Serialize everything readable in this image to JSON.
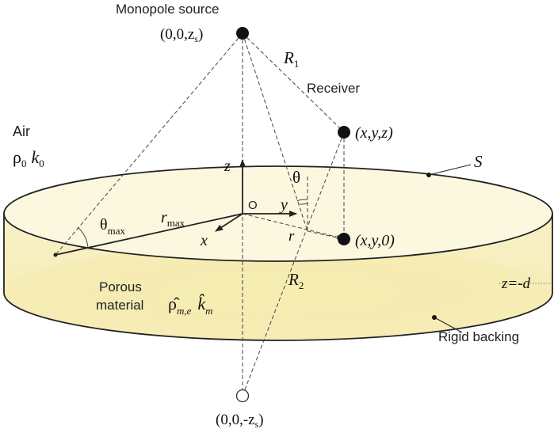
{
  "labels": {
    "source_title": "Monopole source",
    "source_coord": "(0,0,z",
    "source_coord_sub": "s",
    "source_coord_close": ")",
    "image_coord": "(0,0,-z",
    "image_coord_sub": "s",
    "image_coord_close": ")",
    "r1": "R",
    "r1_sub": "1",
    "r2": "R",
    "r2_sub": "2",
    "receiver": "Receiver",
    "receiver_coord": "(x,y,z)",
    "projection_coord": "(x,y,0)",
    "air": "Air",
    "rho0": "ρ",
    "rho0_sub": "0",
    "k0": "k",
    "k0_sub": "0",
    "surface": "S",
    "z_axis": "z",
    "y_axis": "y",
    "x_axis": "x",
    "origin": "O",
    "theta": "θ",
    "theta_max": "θ",
    "theta_max_sub": "max",
    "r_max": "r",
    "r_max_sub": "max",
    "r": "r",
    "depth": "z=-d",
    "porous_line1": "Porous",
    "porous_line2": "material",
    "rho_hat": "ρ̂",
    "rho_hat_sub": "m,e",
    "k_hat": "k̂",
    "k_hat_sub": "m",
    "rigid_backing": "Rigid backing"
  },
  "colors": {
    "material_side": "#f6f0c0",
    "material_top": "#fbf7dc",
    "material_bottom": "#f1e79a",
    "line": "#222222"
  }
}
